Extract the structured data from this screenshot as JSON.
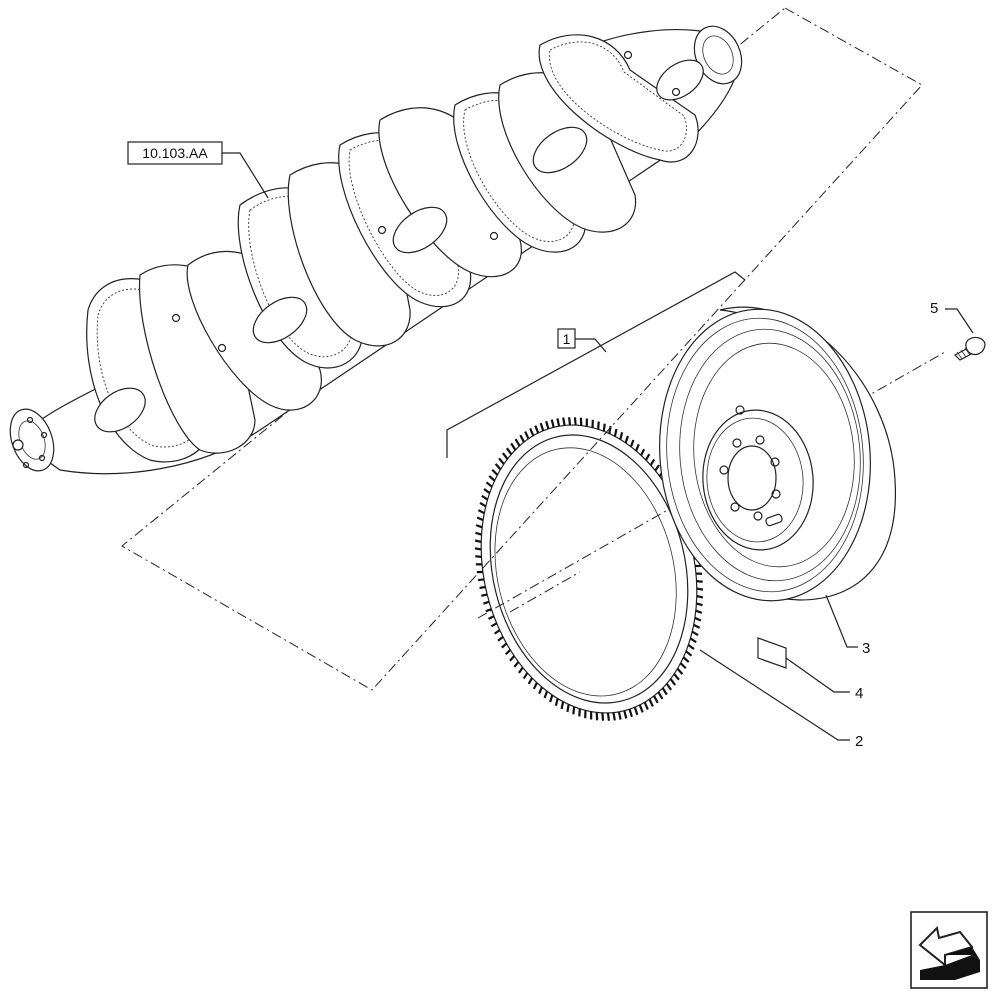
{
  "diagram": {
    "callouts": {
      "crankshaft_ref": "10.103.AA",
      "assembly_ref": "1",
      "ring_gear": "2",
      "flywheel": "3",
      "label_plate": "4",
      "bolt": "5"
    },
    "nav_icon": "previous-page-arrow-icon"
  }
}
